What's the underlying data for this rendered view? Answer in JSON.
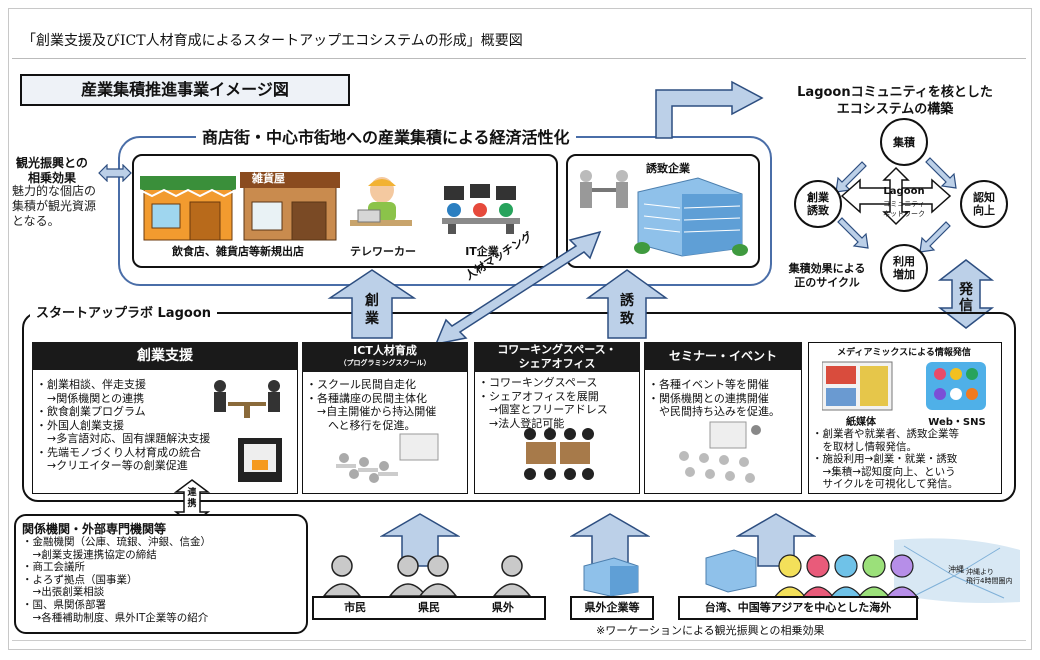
{
  "doc_title": "「創業支援及びICT人材育成によるスタートアップエコシステムの形成」概要図",
  "main_label": "産業集積推進事業イメージ図",
  "top_heading": "商店街・中心市街地への産業集積による経済活性化",
  "side": {
    "title": "観光振興との相乗効果",
    "desc": "魅力的な個店の集積が観光資源となる。"
  },
  "top_items": {
    "shop_caption": "飲食店、雑貨店等新規出店",
    "shop_sign": "雑貨屋",
    "teleworker_caption": "テレワーカー",
    "it_caption": "IT企業",
    "attract_title": "誘致企業"
  },
  "lagoon_title": "Lagoonコミュニティを核とした\nエコシステムの構築",
  "cycle": {
    "top": "集積",
    "right": "認知\n向上",
    "bottom": "利用\n増加",
    "left": "創業\n誘致",
    "center_main": "Lagoon",
    "center_sub1": "コミュニティ",
    "center_sub2": "ネットワーク",
    "caption": "集積効果による\n正のサイクル"
  },
  "arrows": {
    "sogyo": "創\n業",
    "yuchi": "誘\n致",
    "hasshin": "発\n信",
    "matching": "人材マッチング",
    "renkei": "連\n携"
  },
  "startup_label": "スタートアップラボ Lagoon",
  "columns": {
    "c1_head": "創業支援",
    "c1_text": "・創業相談、伴走支援\n　→関係機関との連携\n・飲食創業プログラム\n・外国人創業支援\n　→多言語対応、固有課題解決支援\n・先端モノづくり人材育成の統合\n　→クリエイター等の創業促進",
    "c2_head": "ICT人材育成",
    "c2_sub": "（プログラミングスクール）",
    "c2_text": "・スクール民間自走化\n・各種講座の民間主体化\n　→自主開催から持込開催\n　　へと移行を促進。",
    "c3_head": "コワーキングスペース・\nシェアオフィス",
    "c3_text": "・コワーキングスペース\n・シェアオフィスを展開\n　→個室とフリーアドレス\n　→法人登記可能",
    "c4_head": "セミナー・イベント",
    "c4_text": "・各種イベント等を開催\n・関係機関との連携開催\n　や民間持ち込みを促進。",
    "c5_head": "メディアミックスによる情報発信",
    "c5_paper": "紙媒体",
    "c5_web": "Web・SNS",
    "c5_text": "・創業者や就業者、誘致企業等\n　を取材し情報発信。\n・施設利用→創業・就業・誘致\n　→集積→認知度向上、という\n　サイクルを可視化して発信。"
  },
  "bottom_box": {
    "title": "関係機関・外部専門機関等",
    "text": "・金融機関（公庫、琉銀、沖銀、信金）\n　→創業支援連携協定の締結\n・商工会議所\n・よろず拠点（国事業）\n　→出張創業相談\n・国、県関係部署\n　→各種補助制度、県外IT企業等の紹介"
  },
  "bottom_labels": {
    "citizens": [
      "市民",
      "県民",
      "県外"
    ],
    "outside_companies": "県外企業等",
    "asia": "台湾、中国等アジアを中心とした海外"
  },
  "map_labels": {
    "okinawa": "沖縄",
    "flight": "沖縄より\n飛行4時間圏内"
  },
  "note": "※ワーケーションによる観光振興との相乗効果",
  "colors": {
    "arrow_fill": "#bcd0e8",
    "arrow_stroke": "#2d4e80",
    "frame_blue": "#4a6ea8",
    "header_black": "#1a1a1a"
  }
}
